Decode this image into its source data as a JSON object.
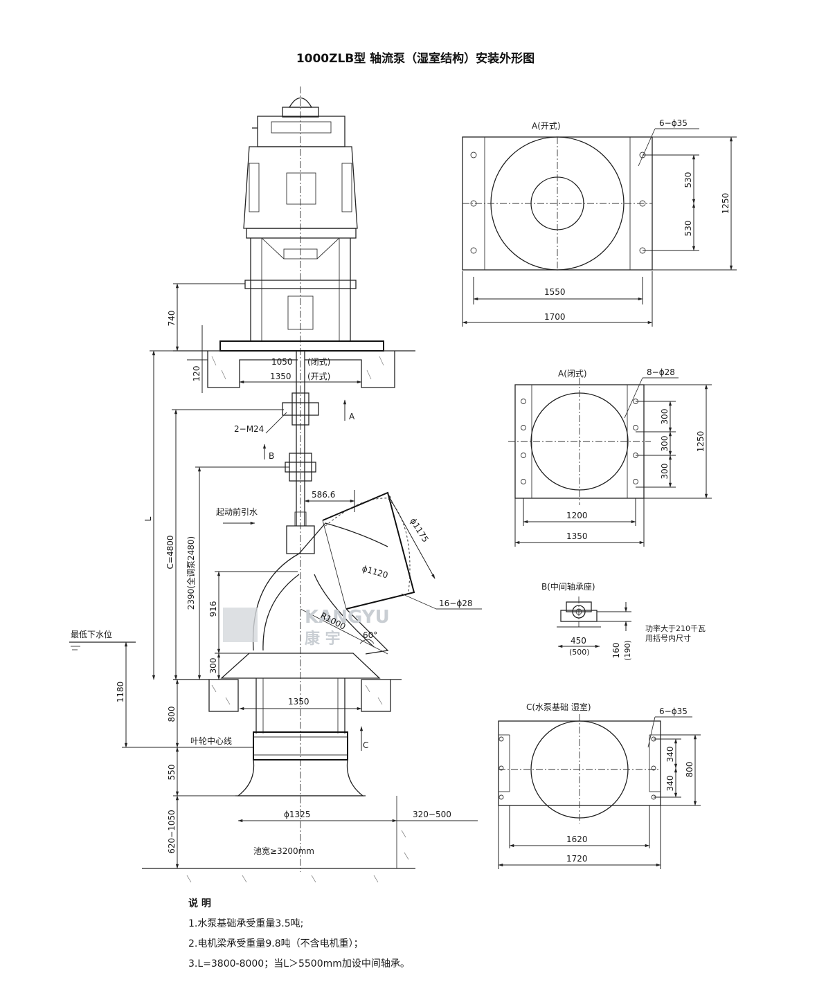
{
  "title": "1000ZLB型 轴流泵（湿室结构）安装外形图",
  "watermark": {
    "logo": "KANGYU",
    "sub": "康 宇"
  },
  "main_view": {
    "dims": {
      "d740": "740",
      "d120": "120",
      "w1050": "1050",
      "w1050_note": "(闭式)",
      "w1350_top": "1350",
      "w1350_note": "(开式)",
      "bolt": "2−M24",
      "L": "L",
      "C": "C=4800",
      "adj": "2390(全调泵2480)",
      "d916": "916",
      "d300": "300",
      "d1180": "1180",
      "d800": "800",
      "d550": "550",
      "d620": "620−1050",
      "off586": "586.6",
      "phi1175": "ϕ1175",
      "phi1120": "ϕ1120",
      "r1000": "R1000",
      "deg60": "60°",
      "holes16": "16−ϕ28",
      "base1350": "1350",
      "phi1325": "ϕ1325",
      "gap": "320−500"
    },
    "labels": {
      "A": "A",
      "B": "B",
      "C": "C",
      "prime": "起动前引水",
      "lowest_water": "最低下水位",
      "impeller_line": "叶轮中心线",
      "pit_width": "池宽≥3200mm"
    }
  },
  "view_a_open": {
    "title": "A(开式)",
    "holes": "6−ϕ35",
    "d530a": "530",
    "d530b": "530",
    "d1250": "1250",
    "d1550": "1550",
    "d1700": "1700"
  },
  "view_a_closed": {
    "title": "A(闭式)",
    "holes": "8−ϕ28",
    "d300a": "300",
    "d300b": "300",
    "d300c": "300",
    "d1250": "1250",
    "d1200": "1200",
    "d1350": "1350"
  },
  "view_b": {
    "title": "B(中间轴承座)",
    "d450": "450",
    "d500": "(500)",
    "d160": "160",
    "d190": "(190)",
    "note1": "功率大于210千瓦",
    "note2": "用括号内尺寸"
  },
  "view_c": {
    "title": "C(水泵基础 湿室)",
    "holes": "6−ϕ35",
    "d340a": "340",
    "d340b": "340",
    "d800": "800",
    "d1620": "1620",
    "d1720": "1720"
  },
  "notes": {
    "heading": "说  明",
    "items": [
      "1.水泵基础承受重量3.5吨;",
      "2.电机梁承受重量9.8吨（不含电机重）；",
      "3.L=3800-8000；当L＞5500mm加设中间轴承。"
    ]
  }
}
